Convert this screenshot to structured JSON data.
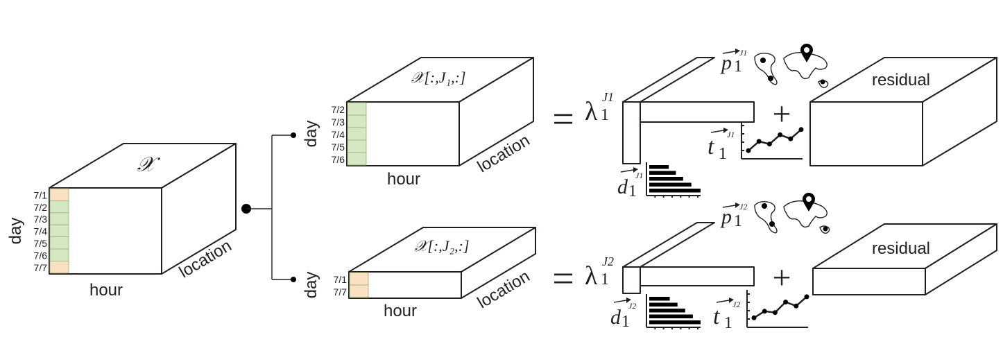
{
  "colors": {
    "stroke": "#231f20",
    "day_green": "#d6e7c3",
    "day_orange": "#fbe0c2",
    "bar": "#000000"
  },
  "full_tensor": {
    "symbol": "𝒳",
    "axis_day": "day",
    "axis_hour": "hour",
    "axis_location": "location",
    "days": [
      "7/1",
      "7/2",
      "7/3",
      "7/4",
      "7/5",
      "7/6",
      "7/7"
    ]
  },
  "top_branch": {
    "subtensor_label": "𝒳[:,J₁,:]",
    "axis_day": "day",
    "axis_hour": "hour",
    "axis_location": "location",
    "days": [
      "7/2",
      "7/3",
      "7/4",
      "7/5",
      "7/6"
    ],
    "equals": "=",
    "lambda_symbol": "λ",
    "lambda_sub": "1",
    "lambda_sup": "J1",
    "p_vec": "p",
    "p_sub": "1",
    "p_sup": "J1",
    "d_vec": "d",
    "d_sub": "1",
    "d_sup": "J1",
    "t_vec": "t",
    "t_sub": "1",
    "t_sup": "J1",
    "plus": "+",
    "residual": "residual",
    "bar_lengths": [
      0.38,
      0.52,
      0.66,
      0.82,
      1.0
    ],
    "trend": [
      0.1,
      0.45,
      0.35,
      0.7,
      0.55,
      0.9
    ]
  },
  "bottom_branch": {
    "subtensor_label": "𝒳[:,J₂,:]",
    "axis_day": "day",
    "axis_hour": "hour",
    "axis_location": "location",
    "days": [
      "7/1",
      "7/7"
    ],
    "equals": "=",
    "lambda_symbol": "λ",
    "lambda_sub": "1",
    "lambda_sup": "J2",
    "p_vec": "p",
    "p_sub": "1",
    "p_sup": "J2",
    "d_vec": "d",
    "d_sub": "1",
    "d_sup": "J2",
    "t_vec": "t",
    "t_sub": "1",
    "t_sup": "J2",
    "plus": "+",
    "residual": "residual",
    "bar_lengths": [
      0.4,
      0.55,
      0.7,
      0.85,
      1.0
    ],
    "trend": [
      0.15,
      0.4,
      0.35,
      0.75,
      0.6,
      0.95
    ]
  }
}
